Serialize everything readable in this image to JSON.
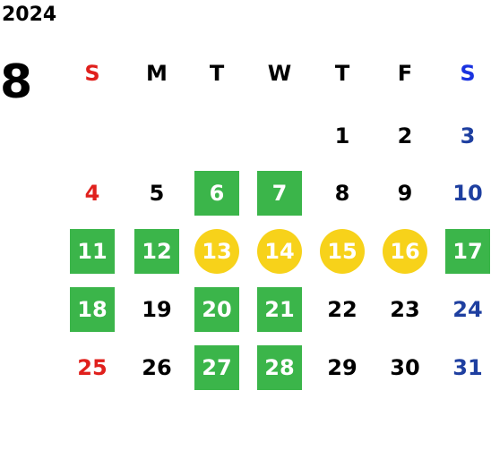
{
  "year": "2024",
  "month": "8",
  "colors": {
    "sunday": "#e0201c",
    "saturday": "#1e3fa0",
    "saturday_header": "#1a33e0",
    "weekday": "#000000",
    "green": "#3bb54a",
    "yellow": "#f7d21a"
  },
  "weekdays": [
    "S",
    "M",
    "T",
    "W",
    "T",
    "F",
    "S"
  ],
  "weeks": [
    [
      null,
      null,
      null,
      null,
      {
        "day": "1"
      },
      {
        "day": "2"
      },
      {
        "day": "3"
      }
    ],
    [
      {
        "day": "4"
      },
      {
        "day": "5"
      },
      {
        "day": "6",
        "mark": "green"
      },
      {
        "day": "7",
        "mark": "green"
      },
      {
        "day": "8"
      },
      {
        "day": "9"
      },
      {
        "day": "10"
      }
    ],
    [
      {
        "day": "11",
        "mark": "green"
      },
      {
        "day": "12",
        "mark": "green"
      },
      {
        "day": "13",
        "mark": "yellow"
      },
      {
        "day": "14",
        "mark": "yellow"
      },
      {
        "day": "15",
        "mark": "yellow"
      },
      {
        "day": "16",
        "mark": "yellow"
      },
      {
        "day": "17",
        "mark": "green"
      }
    ],
    [
      {
        "day": "18",
        "mark": "green"
      },
      {
        "day": "19"
      },
      {
        "day": "20",
        "mark": "green"
      },
      {
        "day": "21",
        "mark": "green"
      },
      {
        "day": "22"
      },
      {
        "day": "23"
      },
      {
        "day": "24"
      }
    ],
    [
      {
        "day": "25"
      },
      {
        "day": "26"
      },
      {
        "day": "27",
        "mark": "green"
      },
      {
        "day": "28",
        "mark": "green"
      },
      {
        "day": "29"
      },
      {
        "day": "30"
      },
      {
        "day": "31"
      }
    ]
  ]
}
